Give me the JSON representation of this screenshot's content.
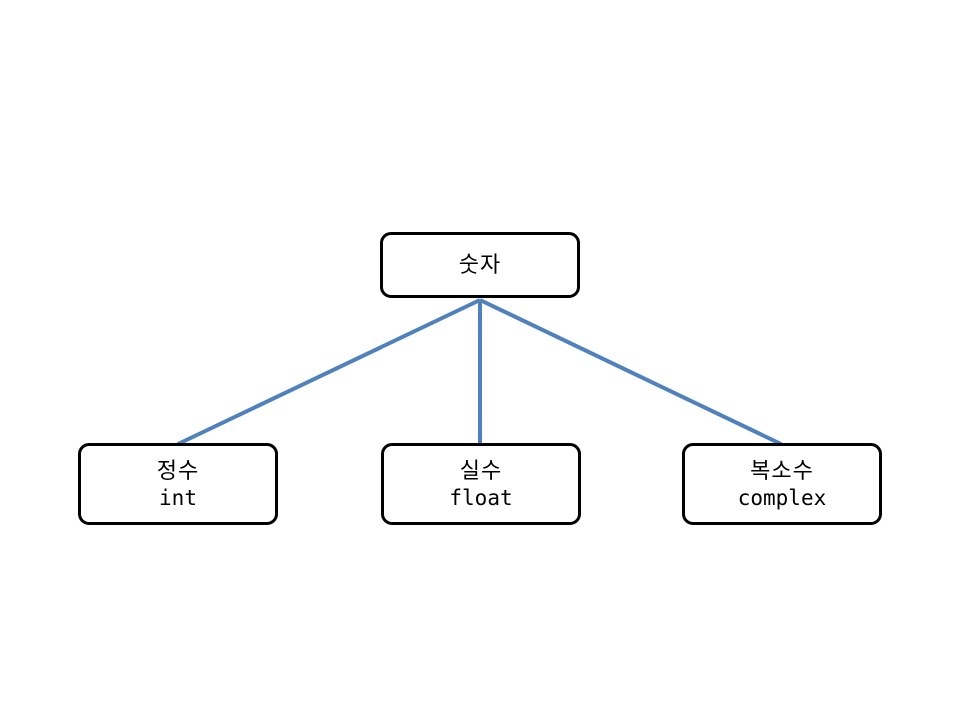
{
  "diagram": {
    "type": "tree",
    "root": {
      "label": "숫자"
    },
    "children": [
      {
        "label": "정수",
        "code": "int"
      },
      {
        "label": "실수",
        "code": "float"
      },
      {
        "label": "복소수",
        "code": "complex"
      }
    ]
  },
  "colors": {
    "connector": "#4F81BD",
    "box_border": "#000000",
    "background": "#FFFFFF",
    "text": "#000000"
  }
}
